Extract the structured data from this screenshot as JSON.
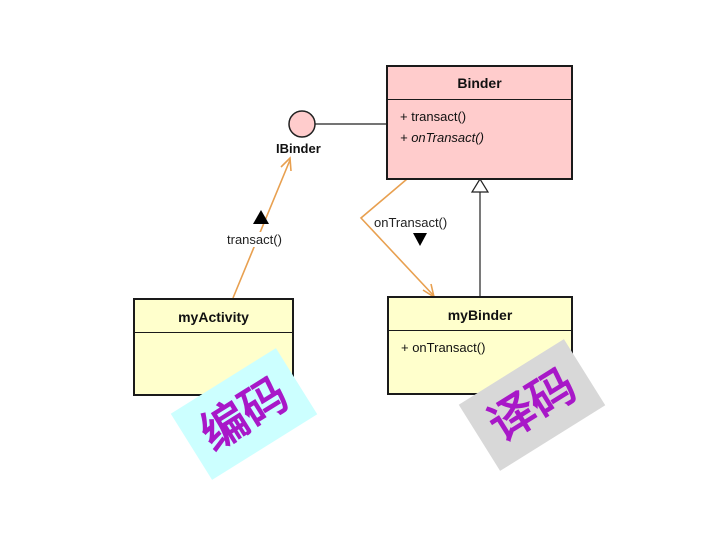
{
  "diagram": {
    "binder": {
      "name": "Binder",
      "ops": [
        "+ transact()",
        "+ onTransact()"
      ]
    },
    "interface": {
      "name": "IBinder"
    },
    "my_activity": {
      "name": "myActivity"
    },
    "my_binder": {
      "name": "myBinder",
      "ops": [
        "+ onTransact()"
      ]
    },
    "transact_label": "transact()",
    "ontransact_label": "onTransact()",
    "stamp_encode": "编码",
    "stamp_decode": "译码"
  },
  "colors": {
    "binder_fill": "#ffcccc",
    "class_fill": "#ffffcc",
    "interface_fill": "#ffcccc",
    "call_arrow": "#e8a050",
    "encode_stamp_bg": "#ccffff",
    "decode_stamp_bg": "#d8d8d8",
    "stamp_text": "#a818c8"
  }
}
